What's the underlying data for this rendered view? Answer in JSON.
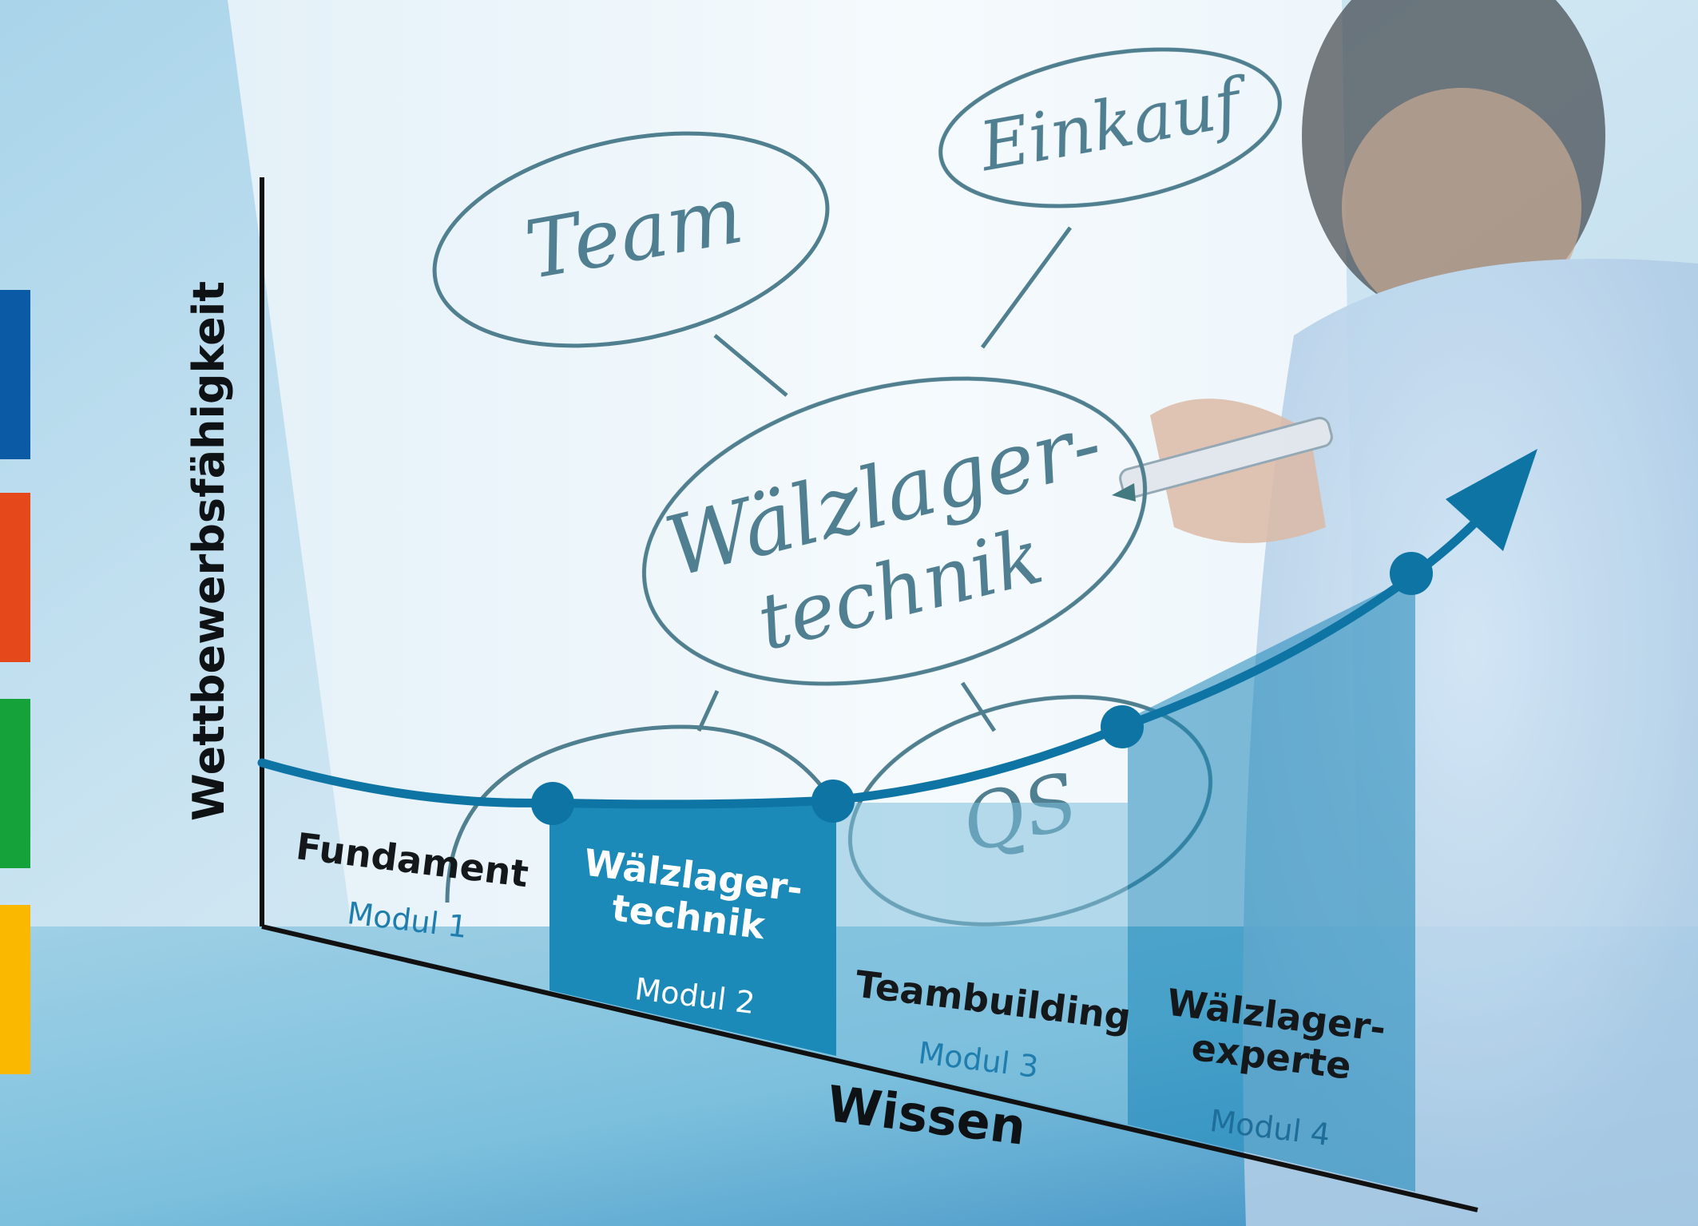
{
  "axes": {
    "y_label": "Wettbewerbsfähigkeit",
    "x_label": "Wissen"
  },
  "whiteboard": {
    "words": [
      "Team",
      "Einkauf",
      "Wälzlager-",
      "technik",
      "QS"
    ]
  },
  "modules": [
    {
      "title": "Fundament",
      "subtitle": "Modul 1"
    },
    {
      "title": "Wälzlager-\ntechnik",
      "subtitle": "Modul 2"
    },
    {
      "title": "Teambuilding",
      "subtitle": "Modul 3"
    },
    {
      "title": "Wälzlager-\nexperte",
      "subtitle": "Modul 4"
    }
  ],
  "side_tabs": [
    "#0b5aa6",
    "#e5481b",
    "#15a23a",
    "#fbb800"
  ],
  "colors": {
    "accent": "#0d74a4",
    "curve": "#0d74a4",
    "axis": "#111111"
  }
}
